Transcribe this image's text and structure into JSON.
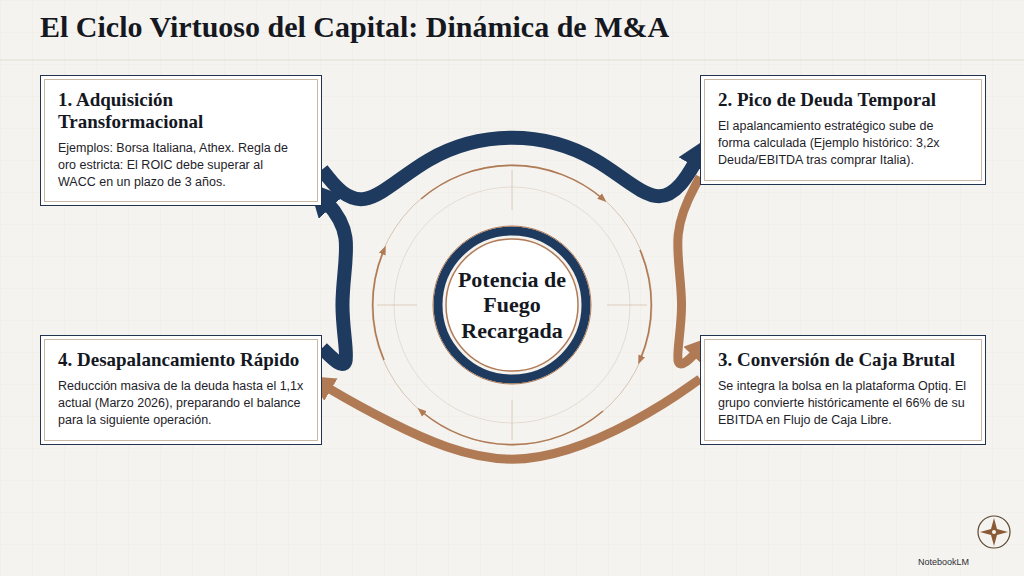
{
  "diagram": {
    "title": "El Ciclo Virtuoso del Capital: Dinámica de M&A",
    "nodes": [
      {
        "text": [
          "1. Adquisición Transformacional",
          "Ejemplos: Borsa Italiana, Athex. Regla de oro estricta: El ROIC debe superar al WACC en un plazo de 3 años."
        ]
      },
      {
        "text": [
          "2. Pico de Deuda Temporal",
          "El apalancamiento estratégico sube de forma calculada (Ejemplo histórico: 3,2x Deuda/EBITDA tras comprar Italia)."
        ]
      },
      {
        "text": [
          "3. Conversión de Caja Brutal",
          "Se integra la bolsa en la plataforma Optiq. El grupo convierte históricamente el 66% de su EBITDA en Flujo de Caja Libre."
        ]
      },
      {
        "text": [
          "4. Desapalancamiento Rápido",
          "Reducción masiva de la deuda hasta el 1,1x actual (Marzo 2026), preparando el balance para la siguiente operación."
        ]
      },
      {
        "text": [
          "Potencia de Fuego Recargada"
        ]
      }
    ],
    "edges": [
      {
        "from": 0,
        "to": 1,
        "arrow": "to"
      },
      {
        "from": 1,
        "to": 2,
        "arrow": "to"
      },
      {
        "from": 2,
        "to": 3,
        "arrow": "to"
      },
      {
        "from": 3,
        "to": 0,
        "arrow": "to"
      }
    ],
    "labels": [
      "NotebookLM"
    ]
  }
}
